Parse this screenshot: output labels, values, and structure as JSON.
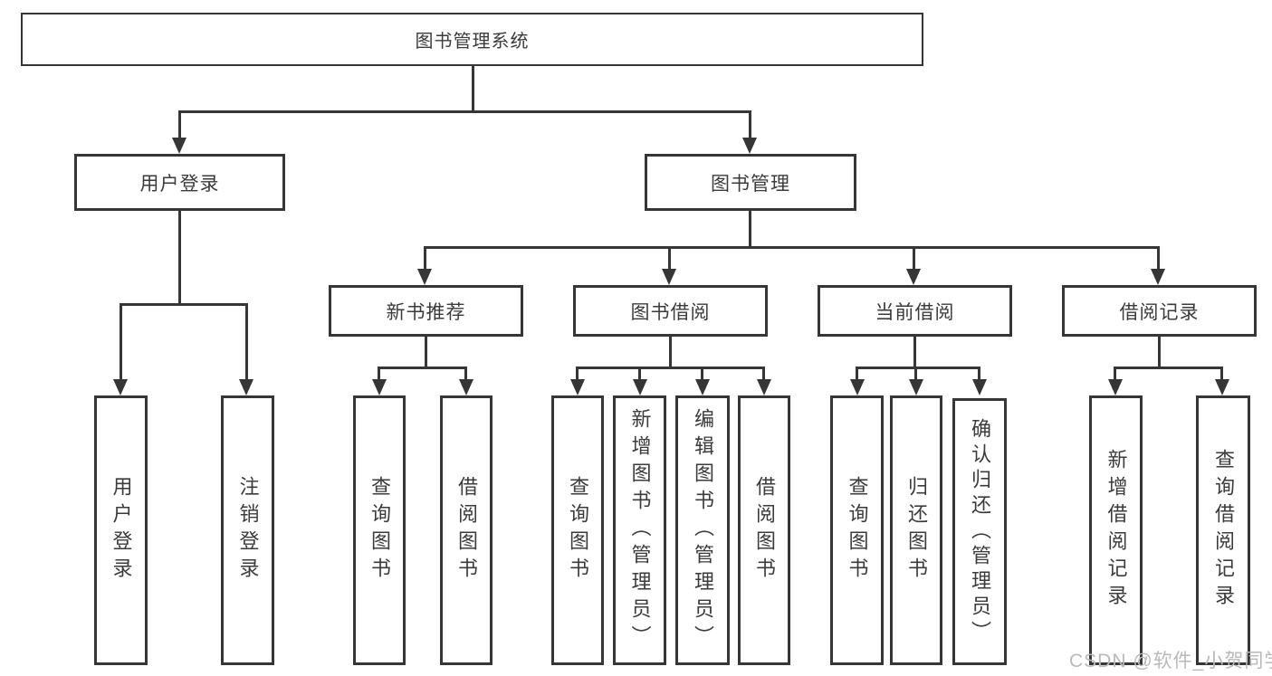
{
  "nodes": {
    "root": "图书管理系统",
    "level1": [
      "用户登录",
      "图书管理"
    ],
    "level2": [
      "新书推荐",
      "图书借阅",
      "当前借阅",
      "借阅记录"
    ],
    "leaves": [
      "用户登录",
      "注销登录",
      "查询图书",
      "借阅图书",
      "查询图书",
      "新增图书（管理员）",
      "编辑图书（管理员）",
      "借阅图书",
      "查询图书",
      "归还图书",
      "确认归还（管理员）",
      "新增借阅记录",
      "查询借阅记录"
    ]
  },
  "colors": {
    "line": "#363636",
    "text": "#3b3b3b",
    "watermark": "#b9b9b9"
  },
  "page": {
    "watermark": "CSDN @软件_小贺同学"
  }
}
